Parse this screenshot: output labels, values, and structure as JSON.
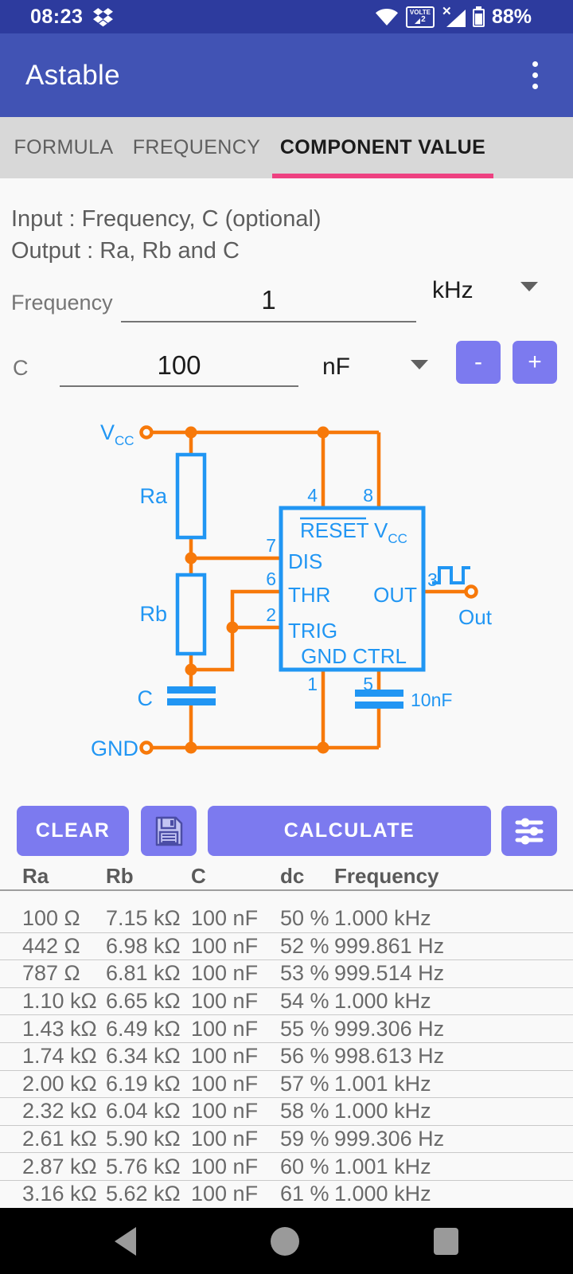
{
  "status_bar": {
    "time": "08:23",
    "battery_percent": "88%",
    "volte_label": "VOLTE",
    "volte_slot": "2"
  },
  "app_bar": {
    "title": "Astable"
  },
  "tabs": {
    "items": [
      {
        "label": "FORMULA"
      },
      {
        "label": "FREQUENCY"
      },
      {
        "label": "COMPONENT VALUE"
      }
    ],
    "active": "COMPONENT VALUE",
    "underline_color": "#EE4181"
  },
  "io": {
    "line1": "Input : Frequency, C (optional)",
    "line2": "Output : Ra, Rb and C"
  },
  "inputs": {
    "frequency": {
      "label": "Frequency",
      "value": "1",
      "unit": "kHz"
    },
    "c": {
      "label": "C",
      "value": "100",
      "unit": "nF",
      "decrement": "-",
      "increment": "+"
    }
  },
  "circuit": {
    "colors": {
      "wire": "#F7790A",
      "component": "#2196F3"
    },
    "labels": {
      "vcc": "V",
      "vcc_sub": "CC",
      "gnd": "GND",
      "ra": "Ra",
      "rb": "Rb",
      "c": "C",
      "out_terminal": "Out",
      "ctrl_cap": "10nF"
    },
    "ic": {
      "reset": "RESET",
      "vcc": "V",
      "vcc_sub": "CC",
      "dis": "DIS",
      "thr": "THR",
      "trig": "TRIG",
      "out": "OUT",
      "gnd": "GND",
      "ctrl": "CTRL"
    },
    "pins": {
      "p1": "1",
      "p2": "2",
      "p3": "3",
      "p4": "4",
      "p5": "5",
      "p6": "6",
      "p7": "7",
      "p8": "8"
    }
  },
  "actions": {
    "clear": "CLEAR",
    "calculate": "CALCULATE"
  },
  "icons": {
    "dropbox": "dropbox-icon",
    "wifi": "wifi-icon",
    "volte": "volte-icon",
    "signal_no_sim": "signal-no-sim-icon",
    "battery": "battery-icon",
    "overflow": "overflow-menu-icon",
    "save": "floppy-disk-icon",
    "tune": "sliders-icon",
    "back": "nav-back-icon",
    "home": "nav-home-icon",
    "recents": "nav-recents-icon"
  },
  "colors": {
    "accent_button": "#7C7AEF",
    "app_bar": "#4153B4",
    "status_bar": "#2D3B9E",
    "tab_bar": "#D8D8D8"
  },
  "table": {
    "headers": [
      "Ra",
      "Rb",
      "C",
      "dc",
      "Frequency"
    ],
    "rows": [
      [
        "100 Ω",
        "7.15 kΩ",
        "100 nF",
        "50 %",
        "1.000 kHz"
      ],
      [
        "442 Ω",
        "6.98 kΩ",
        "100 nF",
        "52 %",
        "999.861 Hz"
      ],
      [
        "787 Ω",
        "6.81 kΩ",
        "100 nF",
        "53 %",
        "999.514 Hz"
      ],
      [
        "1.10 kΩ",
        "6.65 kΩ",
        "100 nF",
        "54 %",
        "1.000 kHz"
      ],
      [
        "1.43 kΩ",
        "6.49 kΩ",
        "100 nF",
        "55 %",
        "999.306 Hz"
      ],
      [
        "1.74 kΩ",
        "6.34 kΩ",
        "100 nF",
        "56 %",
        "998.613 Hz"
      ],
      [
        "2.00 kΩ",
        "6.19 kΩ",
        "100 nF",
        "57 %",
        "1.001 kHz"
      ],
      [
        "2.32 kΩ",
        "6.04 kΩ",
        "100 nF",
        "58 %",
        "1.000 kHz"
      ],
      [
        "2.61 kΩ",
        "5.90 kΩ",
        "100 nF",
        "59 %",
        "999.306 Hz"
      ],
      [
        "2.87 kΩ",
        "5.76 kΩ",
        "100 nF",
        "60 %",
        "1.001 kHz"
      ],
      [
        "3.16 kΩ",
        "5.62 kΩ",
        "100 nF",
        "61 %",
        "1.000 kHz"
      ]
    ]
  }
}
